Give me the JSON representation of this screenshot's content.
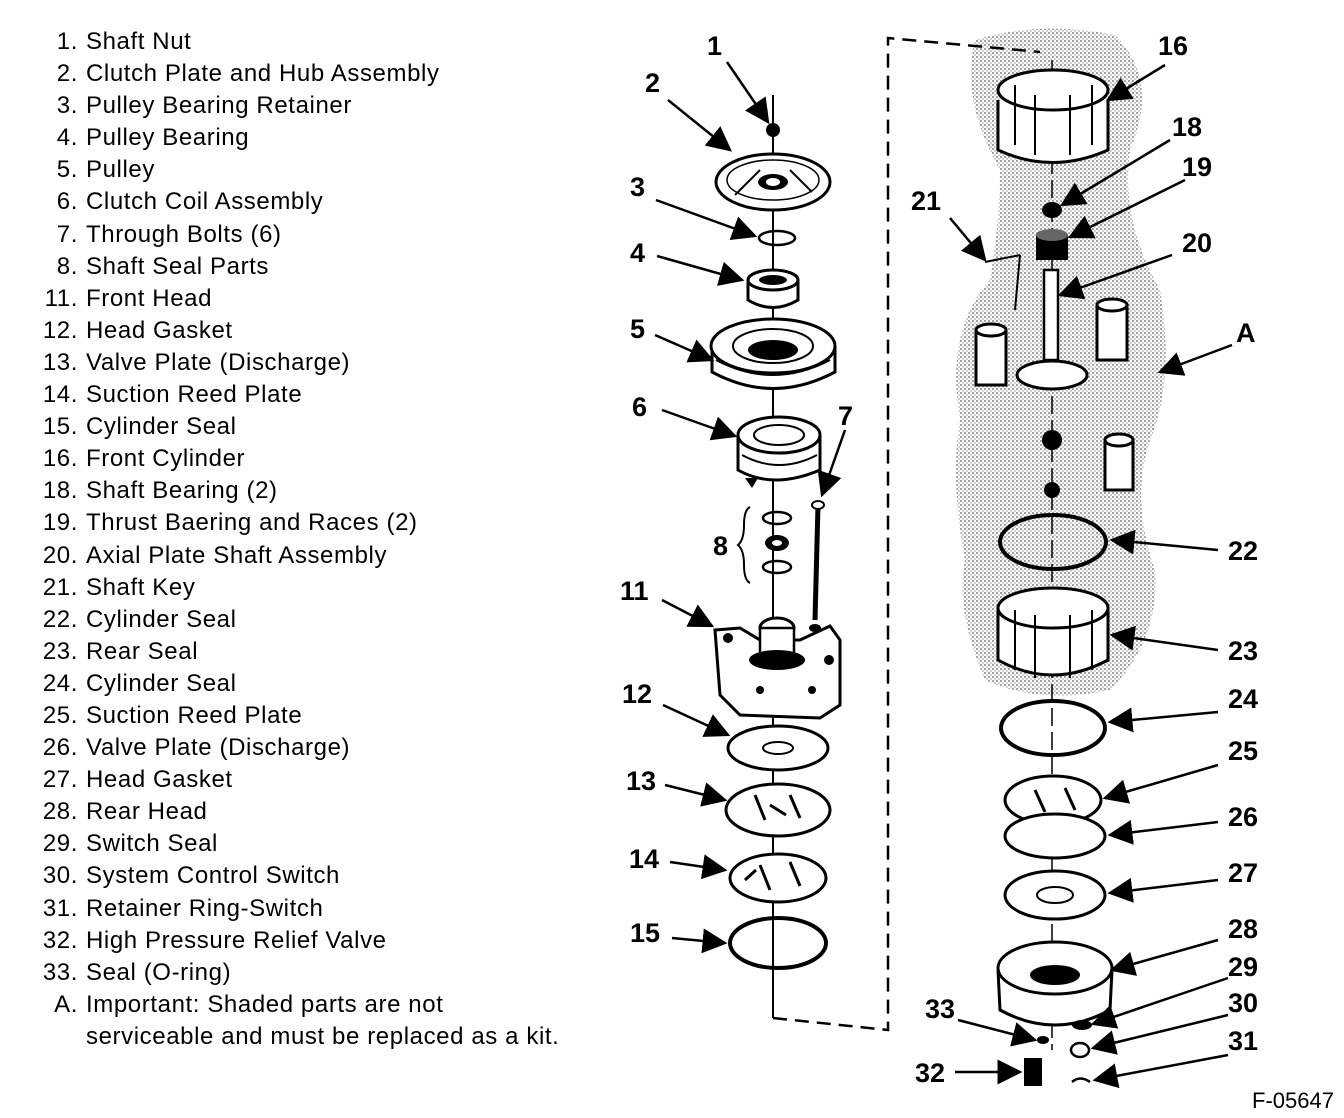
{
  "legend": [
    {
      "num": "1.",
      "text": "Shaft Nut"
    },
    {
      "num": "2.",
      "text": "Clutch Plate and Hub Assembly"
    },
    {
      "num": "3.",
      "text": "Pulley Bearing Retainer"
    },
    {
      "num": "4.",
      "text": "Pulley Bearing"
    },
    {
      "num": "5.",
      "text": "Pulley"
    },
    {
      "num": "6.",
      "text": "Clutch Coil Assembly"
    },
    {
      "num": "7.",
      "text": "Through Bolts (6)"
    },
    {
      "num": "8.",
      "text": "Shaft Seal Parts"
    },
    {
      "num": "11.",
      "text": "Front Head"
    },
    {
      "num": "12.",
      "text": "Head Gasket"
    },
    {
      "num": "13.",
      "text": "Valve Plate (Discharge)"
    },
    {
      "num": "14.",
      "text": "Suction Reed Plate"
    },
    {
      "num": "15.",
      "text": "Cylinder Seal"
    },
    {
      "num": "16.",
      "text": "Front Cylinder"
    },
    {
      "num": "18.",
      "text": "Shaft Bearing (2)"
    },
    {
      "num": "19.",
      "text": "Thrust Baering and Races (2)"
    },
    {
      "num": "20.",
      "text": "Axial Plate Shaft Assembly"
    },
    {
      "num": "21.",
      "text": "Shaft Key"
    },
    {
      "num": "22.",
      "text": "Cylinder Seal"
    },
    {
      "num": "23.",
      "text": "Rear Seal"
    },
    {
      "num": "24.",
      "text": "Cylinder Seal"
    },
    {
      "num": "25.",
      "text": "Suction Reed Plate"
    },
    {
      "num": "26.",
      "text": "Valve Plate (Discharge)"
    },
    {
      "num": "27.",
      "text": "Head Gasket"
    },
    {
      "num": "28.",
      "text": "Rear Head"
    },
    {
      "num": "29.",
      "text": "Switch Seal"
    },
    {
      "num": "30.",
      "text": "System Control Switch"
    },
    {
      "num": "31.",
      "text": "Retainer Ring-Switch"
    },
    {
      "num": "32.",
      "text": "High Pressure Relief Valve"
    },
    {
      "num": "33.",
      "text": "Seal (O-ring)"
    },
    {
      "num": "A.",
      "text": "Important: Shaded parts are not"
    }
  ],
  "legend_continuation": "serviceable and must be replaced as a kit.",
  "callouts": {
    "c1": "1",
    "c2": "2",
    "c3": "3",
    "c4": "4",
    "c5": "5",
    "c6": "6",
    "c7": "7",
    "c8": "8",
    "c11": "11",
    "c12": "12",
    "c13": "13",
    "c14": "14",
    "c15": "15",
    "c16": "16",
    "c18": "18",
    "c19": "19",
    "c20": "20",
    "c21": "21",
    "cA": "A",
    "c22": "22",
    "c23": "23",
    "c24": "24",
    "c25": "25",
    "c26": "26",
    "c27": "27",
    "c28": "28",
    "c29": "29",
    "c30": "30",
    "c31": "31",
    "c32": "32",
    "c33": "33"
  },
  "figure_id": "F-05647",
  "colors": {
    "ink": "#000000",
    "shade": "#b8b8b8",
    "background": "#ffffff"
  }
}
